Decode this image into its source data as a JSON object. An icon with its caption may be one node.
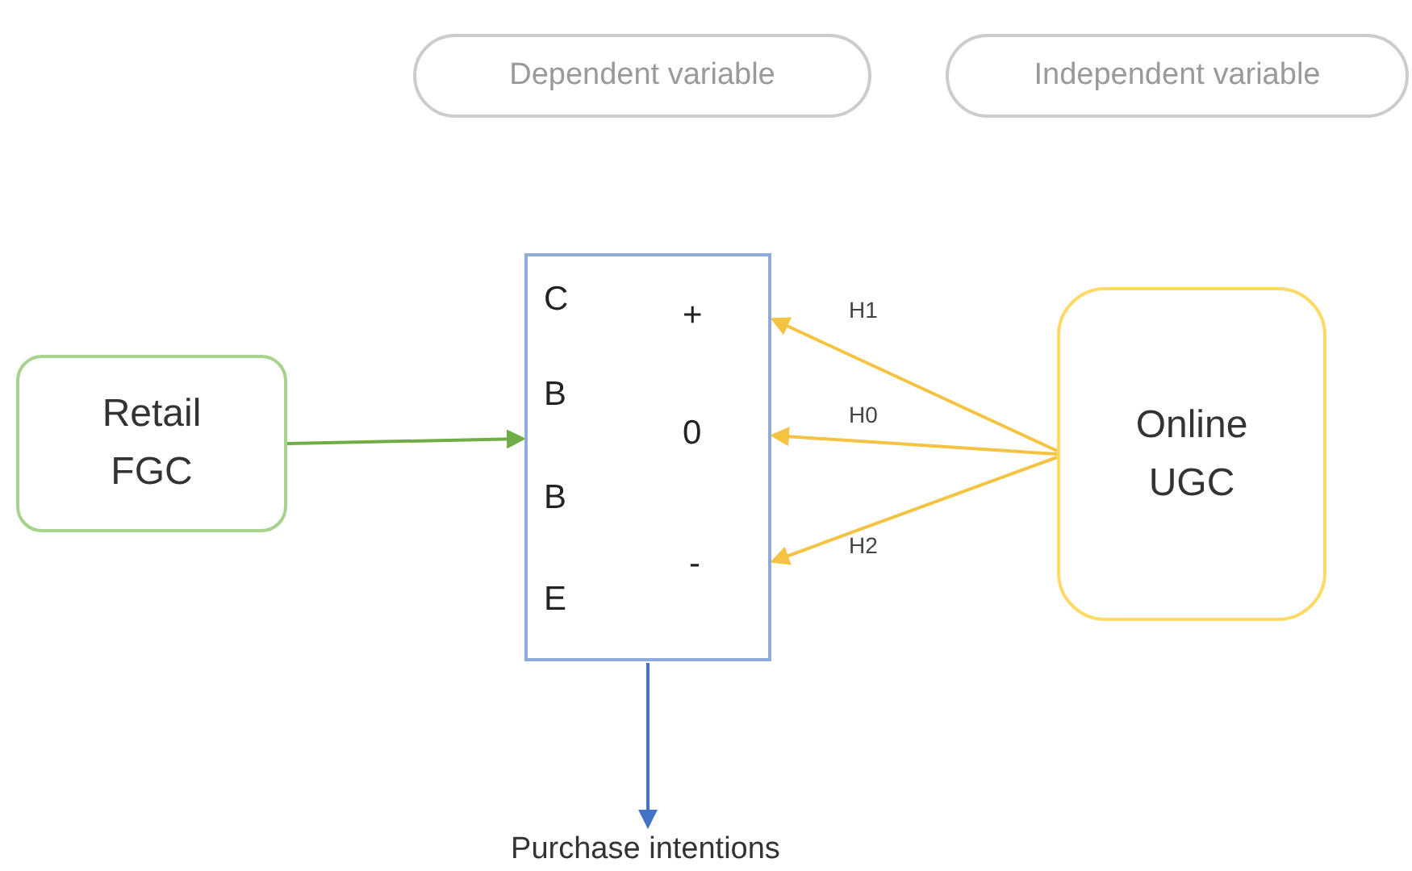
{
  "diagram": {
    "nodes": [
      {
        "text": [
          "Dependent variable"
        ]
      },
      {
        "text": [
          "Independent variable"
        ]
      },
      {
        "text": [
          "Retail FGC"
        ]
      },
      {
        "text": [
          "C",
          "B",
          "B",
          "E",
          "+",
          "0",
          "-"
        ]
      },
      {
        "text": [
          "Online UGC"
        ]
      },
      {
        "text": [
          "Purchase intentions"
        ]
      }
    ],
    "edges": [
      {
        "from": 2,
        "to": 3,
        "arrow": "to",
        "color": "#70ad47"
      },
      {
        "from": 4,
        "to": 3,
        "arrow": "to",
        "label": "H1"
      },
      {
        "from": 4,
        "to": 3,
        "arrow": "to",
        "label": "H0"
      },
      {
        "from": 4,
        "to": 3,
        "arrow": "to",
        "label": "H2"
      },
      {
        "from": 3,
        "to": 5,
        "arrow": "to",
        "color": "#4472c4"
      }
    ]
  }
}
